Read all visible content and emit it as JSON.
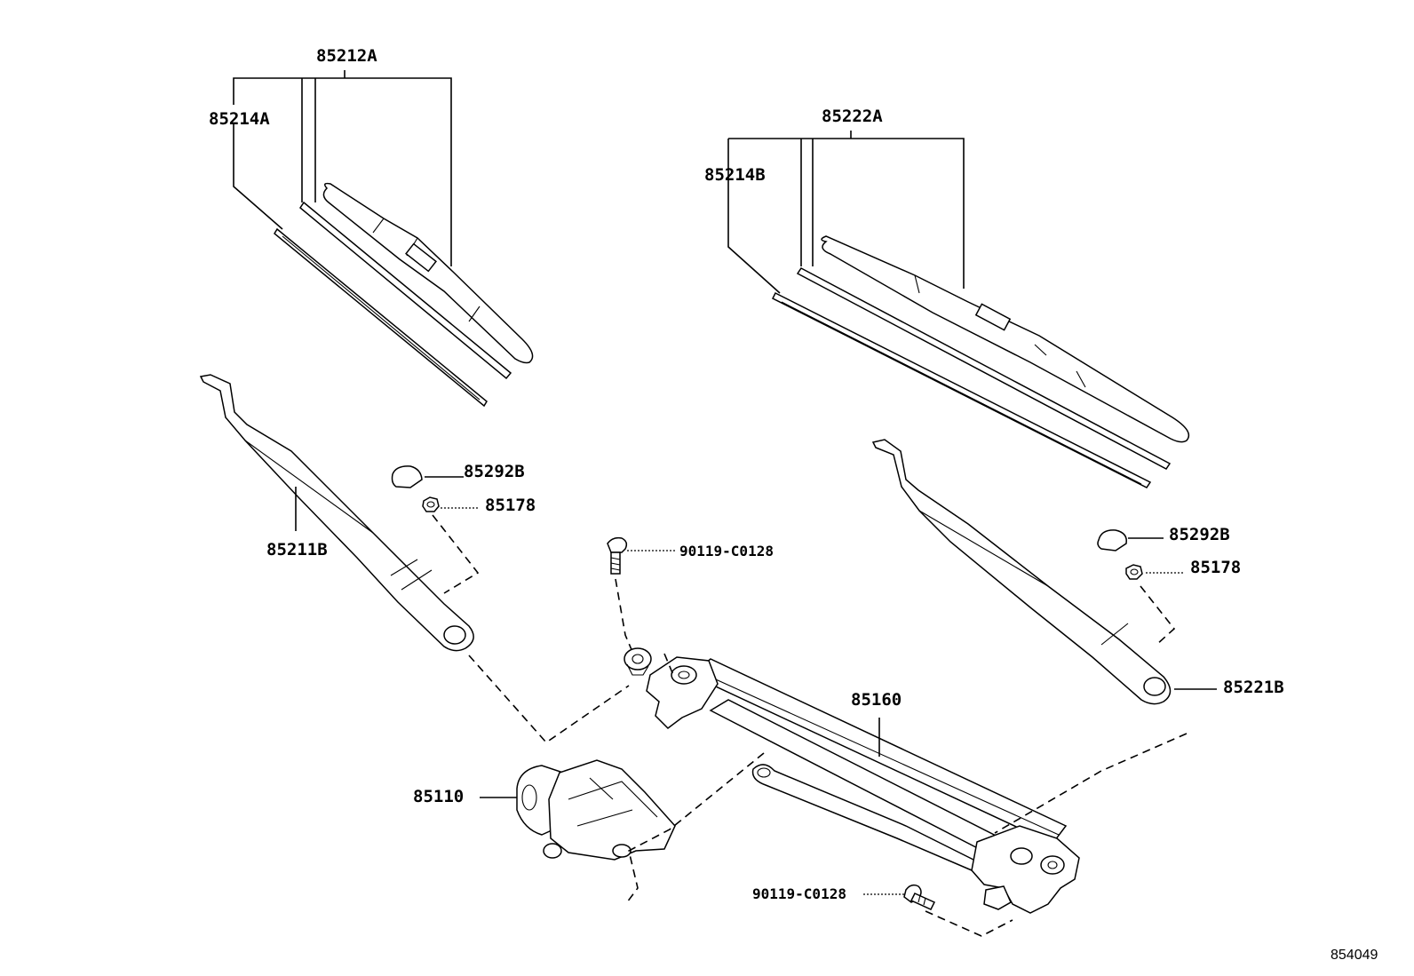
{
  "diagram": {
    "labels": {
      "blade_assy_left": "85212A",
      "blade_insert_left": "85214A",
      "blade_assy_right": "85222A",
      "blade_insert_right": "85214B",
      "cap_left": "85292B",
      "nut_left": "85178",
      "arm_left": "85211B",
      "bolt_top": "90119-C0128",
      "cap_right": "85292B",
      "nut_right": "85178",
      "linkage": "85160",
      "arm_right": "85221B",
      "motor": "85110",
      "bolt_bottom": "90119-C0128",
      "diagram_id": "854049"
    }
  }
}
